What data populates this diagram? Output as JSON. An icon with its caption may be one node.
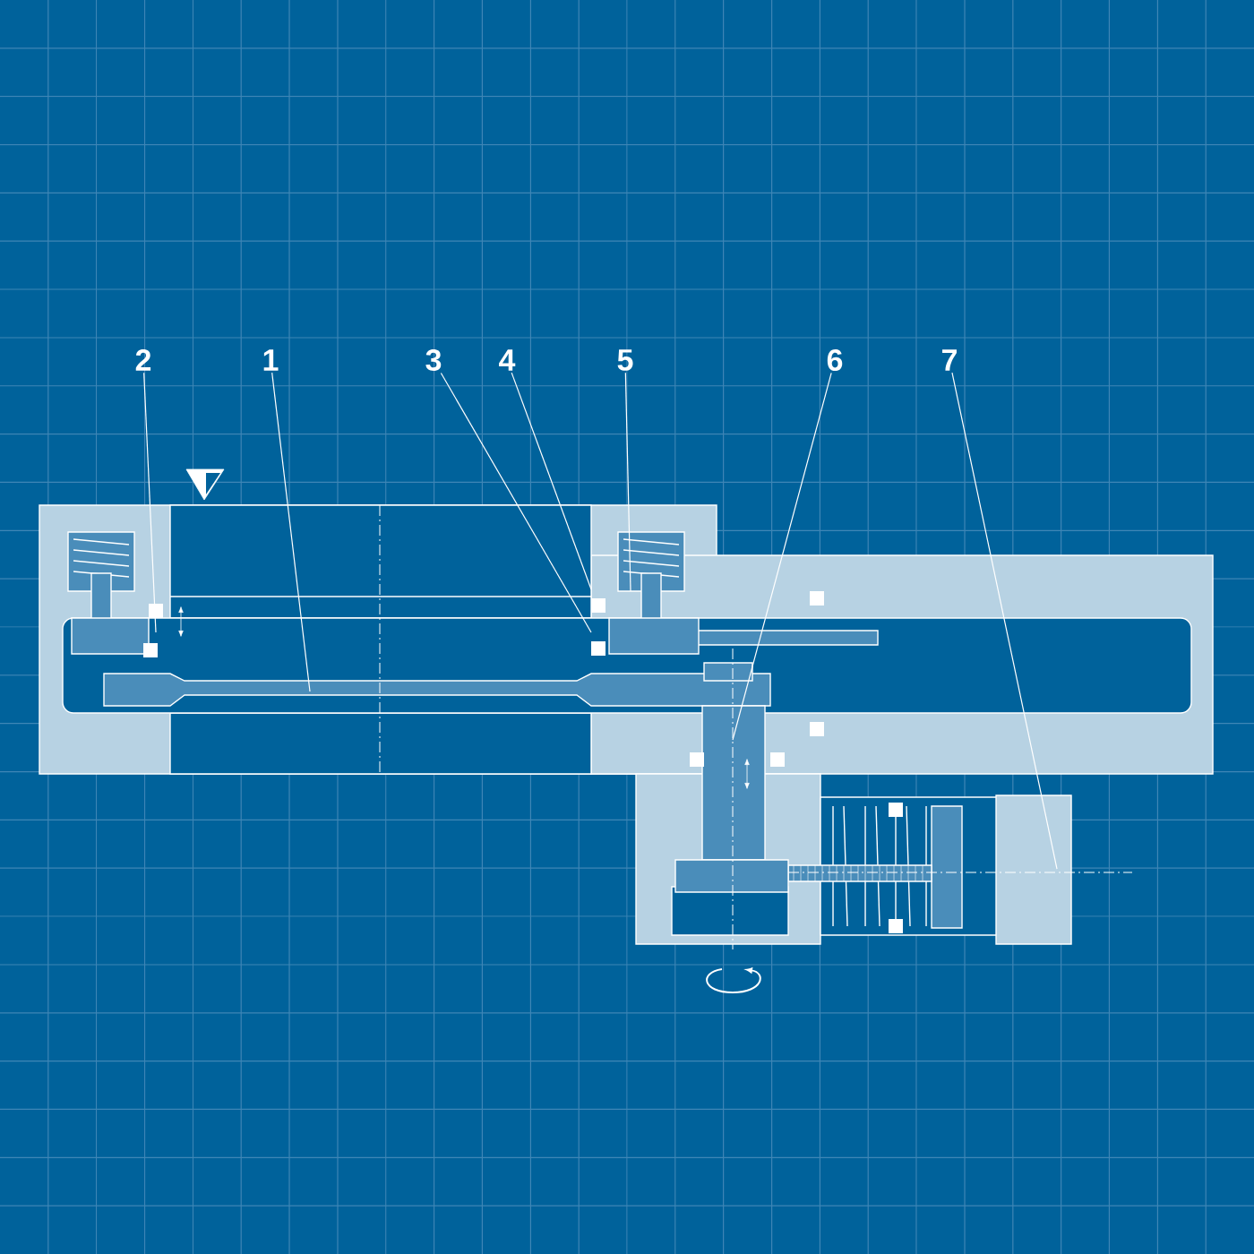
{
  "diagram": {
    "nodes": [
      {
        "text": [
          "2"
        ]
      },
      {
        "text": [
          "1"
        ]
      },
      {
        "text": [
          "3"
        ]
      },
      {
        "text": [
          "4"
        ]
      },
      {
        "text": [
          "5"
        ]
      },
      {
        "text": [
          "6"
        ]
      },
      {
        "text": [
          "7"
        ]
      }
    ],
    "edges": [
      {
        "from": 0,
        "to": null,
        "arrow": "none"
      },
      {
        "from": 1,
        "to": null,
        "arrow": "none"
      },
      {
        "from": 2,
        "to": null,
        "arrow": "none"
      },
      {
        "from": 3,
        "to": null,
        "arrow": "none"
      },
      {
        "from": 4,
        "to": null,
        "arrow": "none"
      },
      {
        "from": 5,
        "to": null,
        "arrow": "none"
      },
      {
        "from": 6,
        "to": null,
        "arrow": "none"
      }
    ]
  }
}
